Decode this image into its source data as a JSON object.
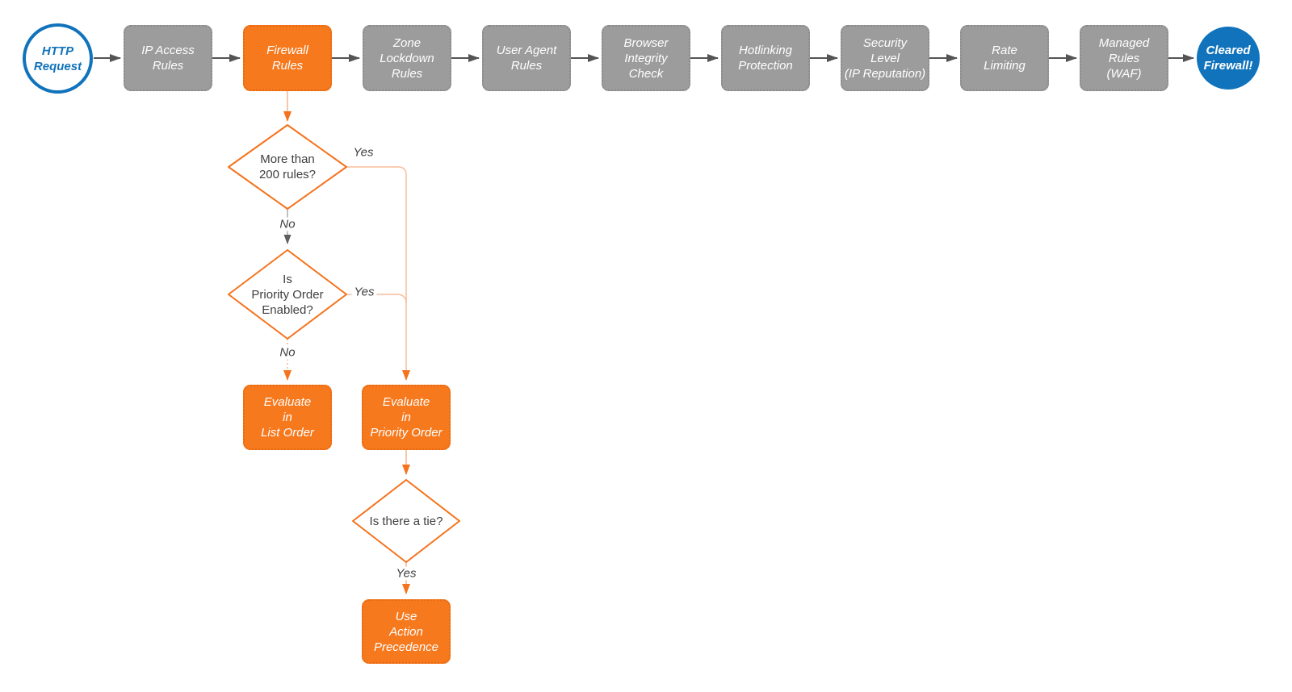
{
  "colors": {
    "accent_orange": "#F6791E",
    "connector_orange": "#F8B288",
    "node_gray": "#9C9C9C",
    "accent_blue": "#1173BB",
    "arrow_dark": "#545454",
    "text_dark": "#3F3F3F"
  },
  "flow": {
    "start": {
      "label": "HTTP\nRequest"
    },
    "stages": [
      {
        "label": "IP Access\nRules"
      },
      {
        "label": "Firewall\nRules"
      },
      {
        "label": "Zone\nLockdown\nRules"
      },
      {
        "label": "User Agent\nRules"
      },
      {
        "label": "Browser\nIntegrity\nCheck"
      },
      {
        "label": "Hotlinking\nProtection"
      },
      {
        "label": "Security\nLevel\n(IP Reputation)"
      },
      {
        "label": "Rate\nLimiting"
      },
      {
        "label": "Managed\nRules\n(WAF)"
      }
    ],
    "end": {
      "label": "Cleared\nFirewall!"
    }
  },
  "branch": {
    "decisions": [
      {
        "label": "More than\n200 rules?"
      },
      {
        "label": "Is\nPriority Order\nEnabled?"
      },
      {
        "label": "Is there a tie?"
      }
    ],
    "actions": [
      {
        "label": "Evaluate\nin\nList Order"
      },
      {
        "label": "Evaluate\nin\nPriority Order"
      },
      {
        "label": "Use\nAction\nPrecedence"
      }
    ],
    "edge_labels": [
      {
        "label": "Yes"
      },
      {
        "label": "No"
      },
      {
        "label": "Yes"
      },
      {
        "label": "No"
      },
      {
        "label": "Yes"
      }
    ]
  }
}
